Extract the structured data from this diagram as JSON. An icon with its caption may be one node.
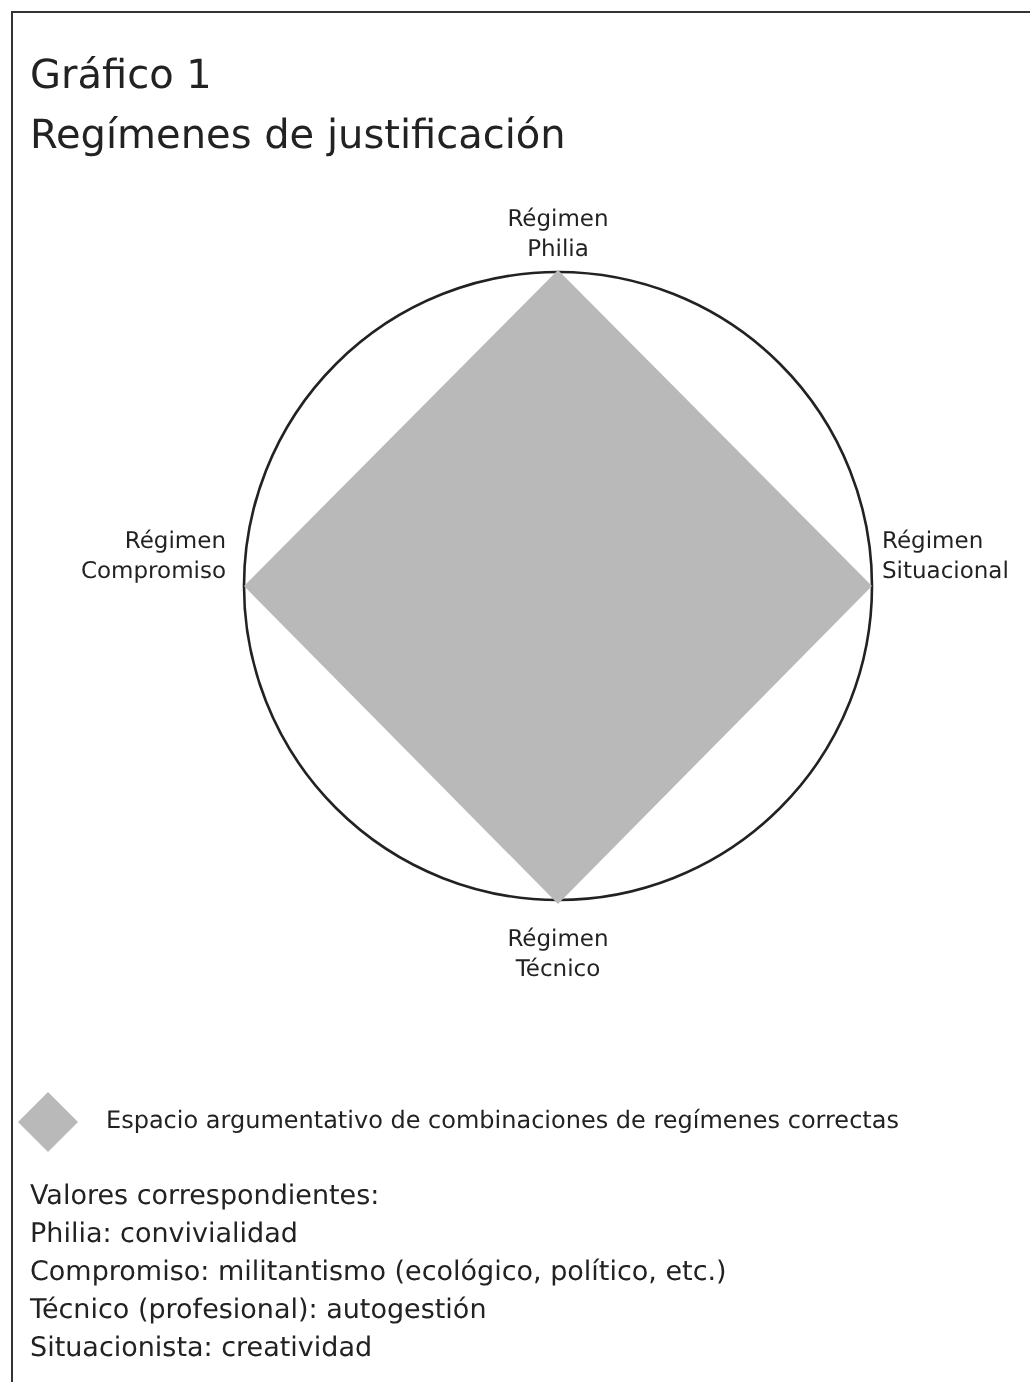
{
  "diagram": {
    "title": "Regímenes de justificación",
    "labels": [
      "Gráfico 1",
      "Régimen Philia",
      "Régimen Compromiso",
      "Régimen Situacional",
      "Régimen Técnico",
      "Valores correspondientes:",
      "Philia: convivialidad",
      "Compromiso: militantismo (ecológico, político, etc.)",
      "Técnico (profesional): autogestión",
      "Situacionista: creatividad"
    ],
    "legend": [
      {
        "text": "Espacio argumentativo de combinaciones de regímenes correctas",
        "color": "#b9b9b9"
      }
    ]
  }
}
